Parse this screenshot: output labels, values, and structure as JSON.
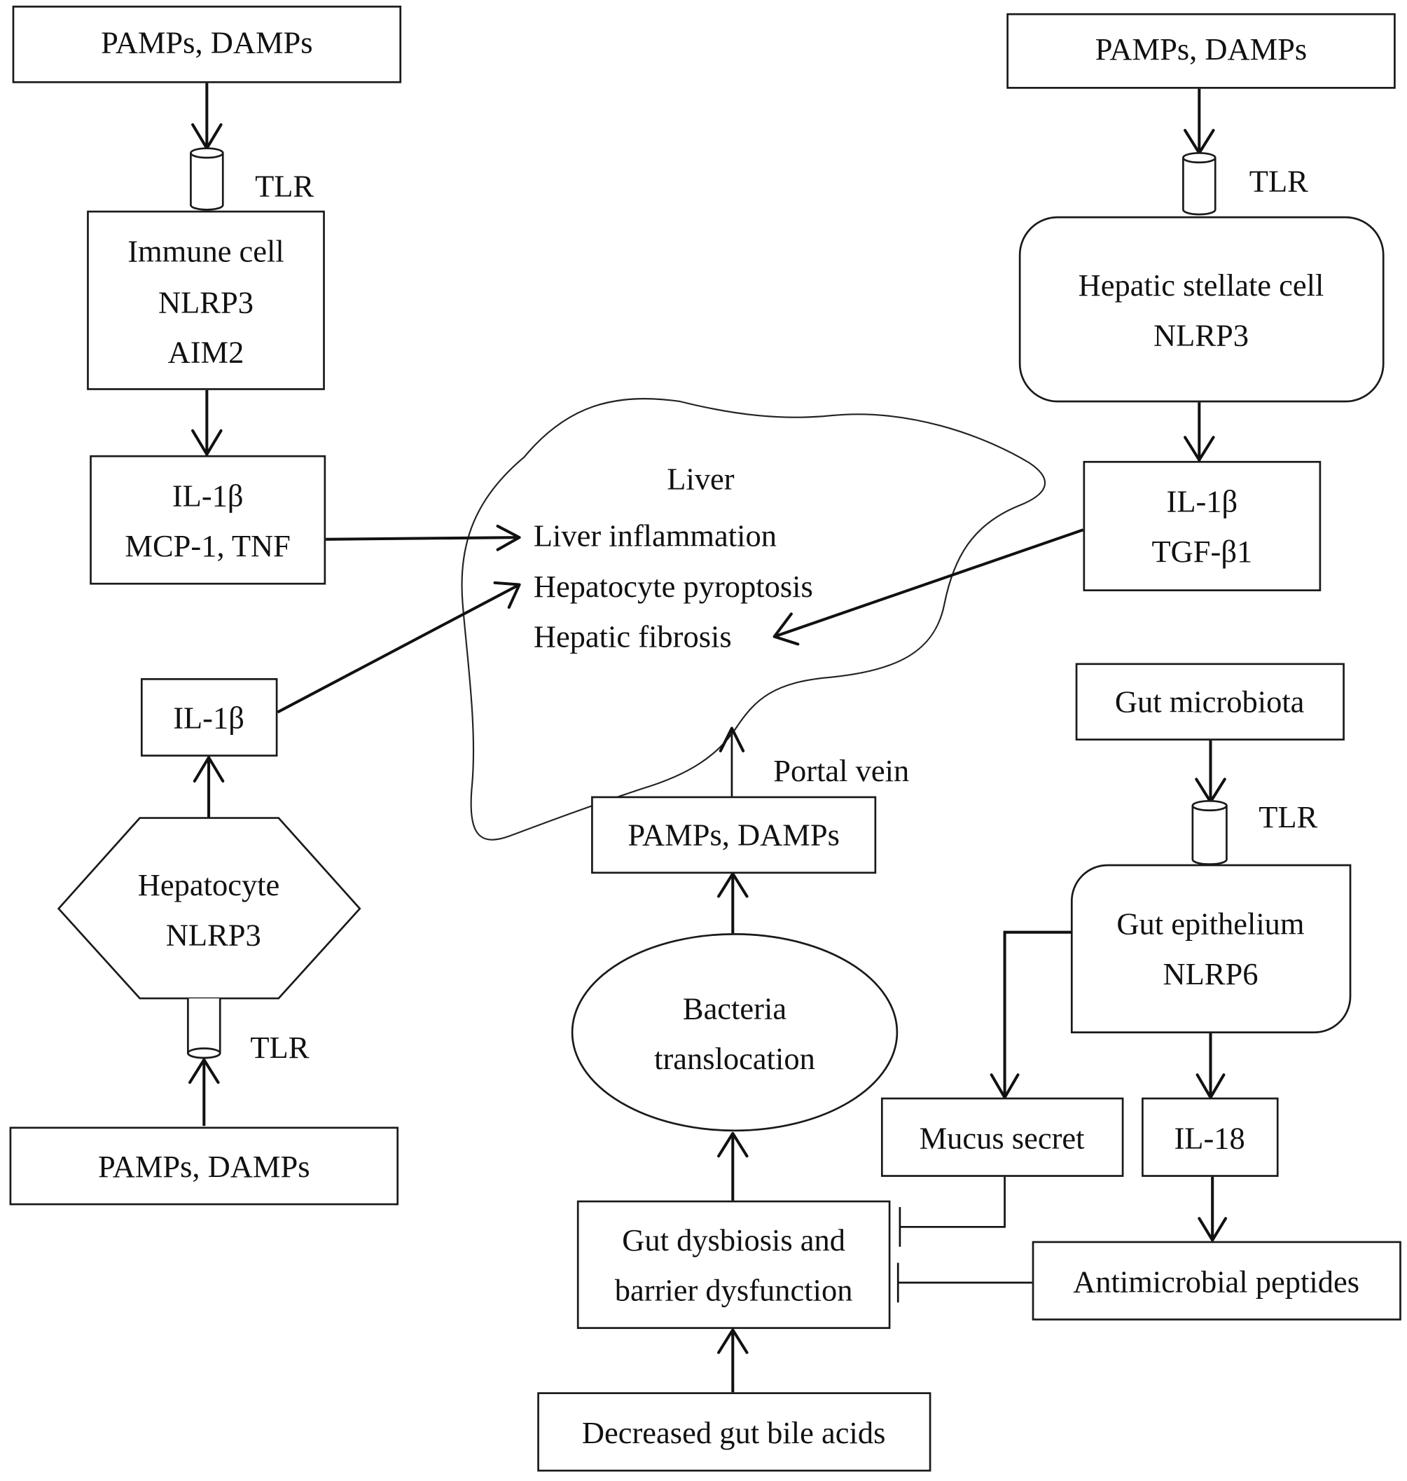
{
  "diagram": {
    "top_left": {
      "source": "PAMPs, DAMPs",
      "receptor": "TLR",
      "cell": [
        "Immune cell",
        "NLRP3",
        "AIM2"
      ],
      "output": [
        "IL-1β",
        "MCP-1, TNF"
      ]
    },
    "top_right": {
      "source": "PAMPs, DAMPs",
      "receptor": "TLR",
      "cell": [
        "Hepatic stellate cell",
        "NLRP3"
      ],
      "output": [
        "IL-1β",
        "TGF-β1"
      ]
    },
    "liver": {
      "title": "Liver",
      "effects": [
        "Liver inflammation",
        "Hepatocyte pyroptosis",
        "Hepatic fibrosis"
      ]
    },
    "bottom_left": {
      "output": "IL-1β",
      "cell": [
        "Hepatocyte",
        "NLRP3"
      ],
      "receptor": "TLR",
      "source": "PAMPs, DAMPs"
    },
    "gut": {
      "portal_label": "Portal vein",
      "portal_source": "PAMPs, DAMPs",
      "translocation": [
        "Bacteria",
        "translocation"
      ],
      "dysbiosis": [
        "Gut dysbiosis and",
        "barrier dysfunction"
      ],
      "bile_acids": "Decreased gut bile acids",
      "microbiota": "Gut microbiota",
      "receptor": "TLR",
      "epithelium": [
        "Gut epithelium",
        "NLRP6"
      ],
      "mucus": "Mucus secret",
      "il18": "IL-18",
      "peptides": "Antimicrobial peptides"
    }
  }
}
